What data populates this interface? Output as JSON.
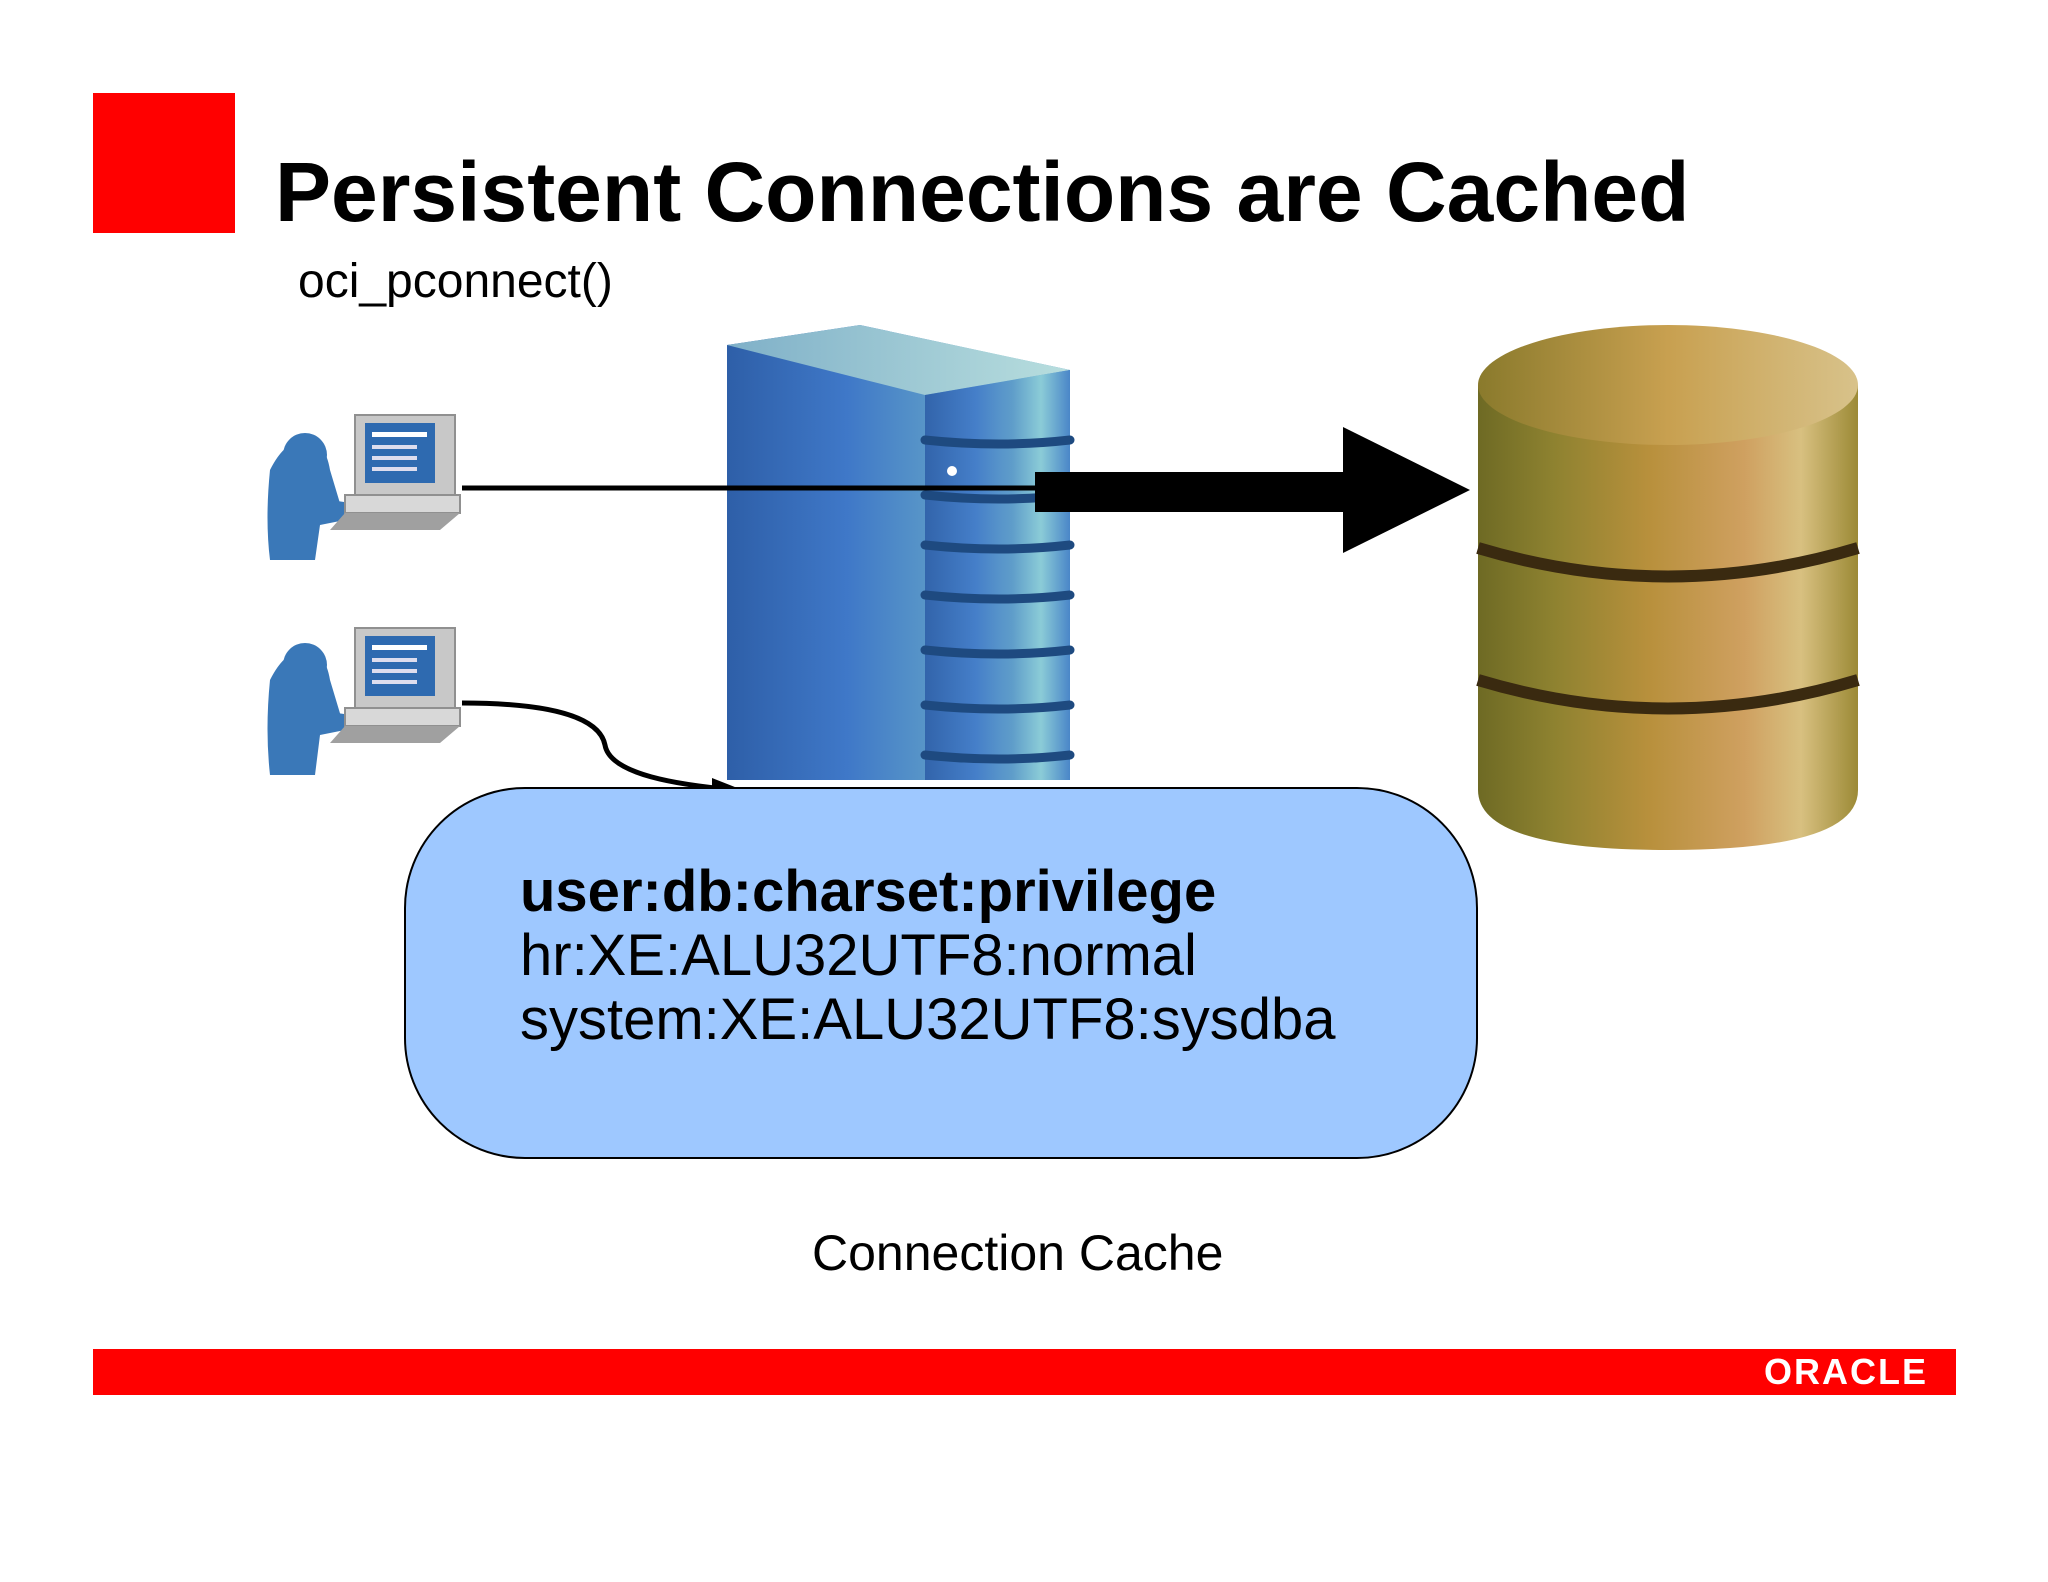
{
  "slide": {
    "title": "Persistent Connections are Cached",
    "subtitle": "oci_pconnect()"
  },
  "cache": {
    "header": "user:db:charset:privilege",
    "entries": [
      "hr:XE:ALU32UTF8:normal",
      "system:XE:ALU32UTF8:sysdba"
    ],
    "label": "Connection Cache"
  },
  "footer": {
    "logo": "ORACLE"
  },
  "colors": {
    "brand_red": "#ff0000",
    "cache_fill": "#9ec8ff",
    "server_blue": "#3d72c4",
    "database_gold": "#b8963c"
  },
  "icons": [
    "user-workstation-icon",
    "user-workstation-icon",
    "app-server-icon",
    "database-icon"
  ]
}
